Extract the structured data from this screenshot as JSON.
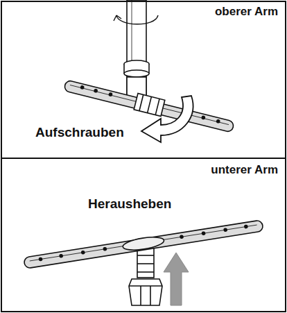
{
  "diagram": {
    "nodes": [
      {
        "text": [
          "oberer Arm",
          "Aufschrauben"
        ]
      },
      {
        "text": [
          "unterer Arm",
          "Herausheben"
        ]
      }
    ]
  }
}
